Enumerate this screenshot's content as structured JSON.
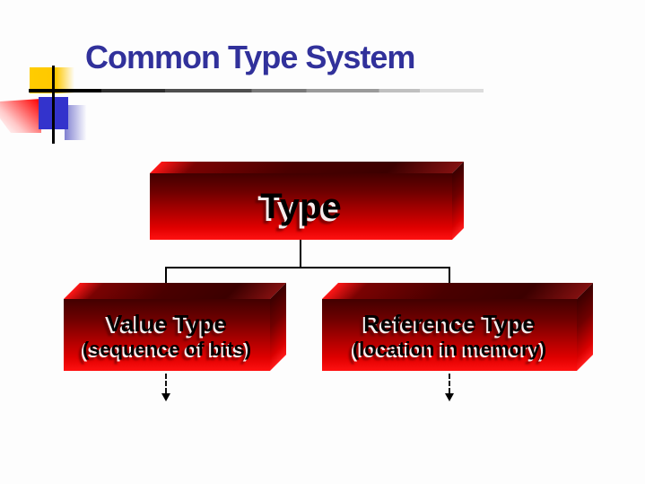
{
  "title": {
    "text": "Common Type System",
    "color": "#31319B"
  },
  "diagram": {
    "root": {
      "label": "Type"
    },
    "children": [
      {
        "label": "Value Type",
        "sublabel": "(sequence of bits)"
      },
      {
        "label": "Reference Type",
        "sublabel": "(location in memory)"
      }
    ],
    "connector_color": "#000000",
    "box_colors": {
      "bright_red": "#FF1111",
      "dark_red": "#3F0000"
    }
  },
  "decor": {
    "yellow_square": "#FFCC00",
    "blue_square": "#3333CC",
    "light_blue_square": "#7F7FD0",
    "red_shape": "#FF0F0F",
    "crosshair_line": "#000000",
    "rule_start": "#000000",
    "rule_end": "#DCDCDC"
  },
  "icons": {
    "down_arrow": "dashed-down-arrow"
  }
}
